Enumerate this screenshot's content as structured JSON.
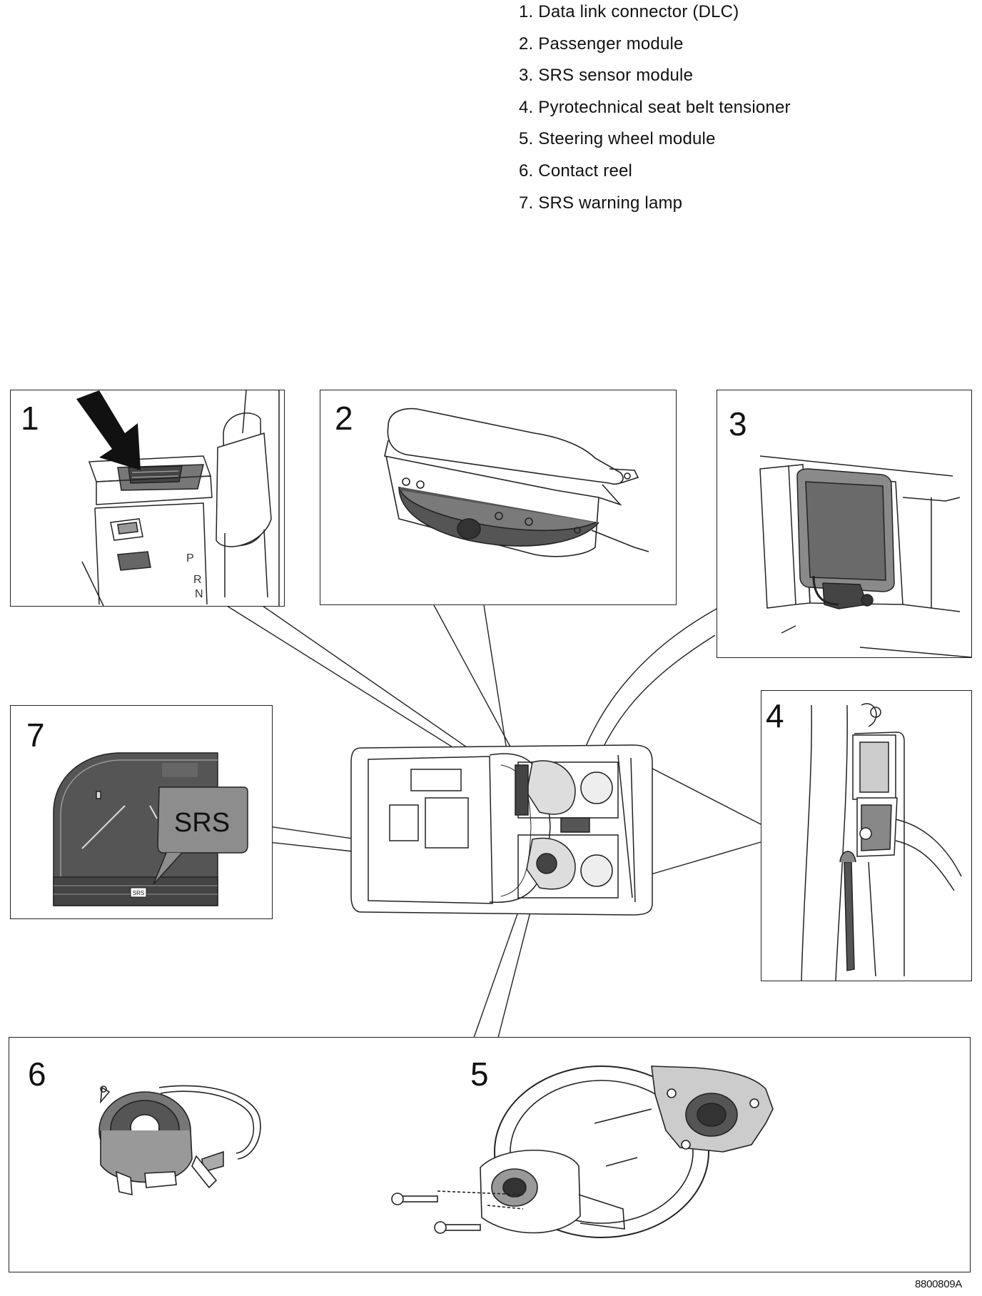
{
  "legend": [
    "1. Data link connector (DLC)",
    "2. Passenger module",
    "3. SRS sensor module",
    "4. Pyrotechnical seat belt tensioner",
    "5. Steering wheel module",
    "6. Contact reel",
    "7. SRS warning lamp"
  ],
  "callouts": {
    "p1": "1",
    "p2": "2",
    "p3": "3",
    "p4": "4",
    "p5": "5",
    "p6": "6",
    "p7": "7"
  },
  "panel7": {
    "badge": "SRS",
    "lamp": "SRS"
  },
  "panel1": {
    "gear_labels": [
      "P",
      "R",
      "N"
    ]
  },
  "drawing_code": "8800809A"
}
